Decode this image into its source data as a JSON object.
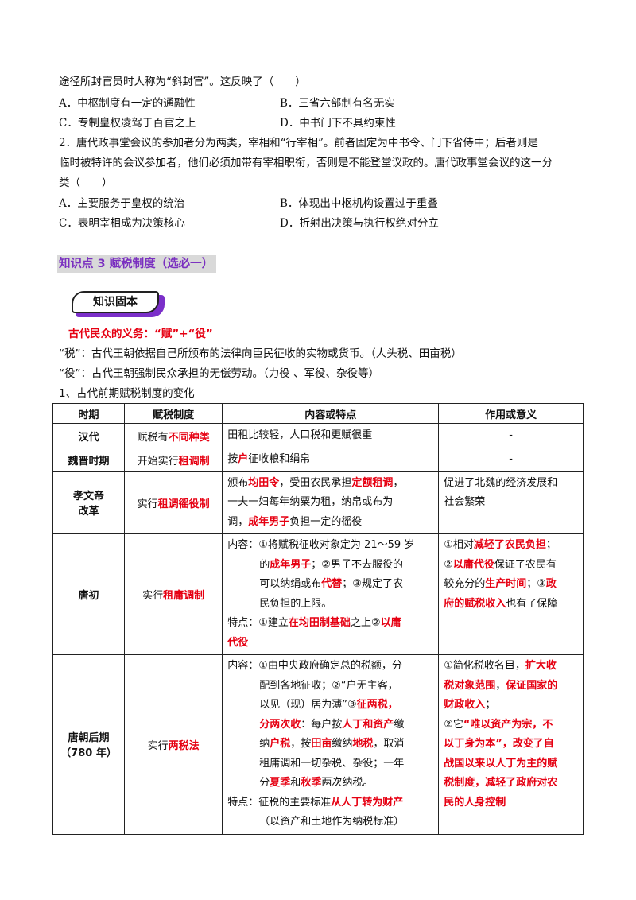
{
  "q1": {
    "stem": "途径所封官员时人称为“斜封官”。这反映了（　　）",
    "options": [
      "A．中枢制度有一定的通融性",
      "B．三省六部制有名无实",
      "C．专制皇权凌驾于百官之上",
      "D．中书门下不具约束性"
    ]
  },
  "q2": {
    "stem_lines": [
      "2．唐代政事堂会议的参加者分为两类，宰相和“行宰相”。前者固定为中书令、门下省侍中；后者则是",
      "临时被特许的会议参加者，他们必须加带有宰相职衔，否则是不能登堂议政的。唐代政事堂会议的这一分",
      "类（　　）"
    ],
    "options": [
      "A．主要服务于皇权的统治",
      "B．体现出中枢机构设置过于重叠",
      "C．表明宰相成为决策核心",
      "D．折射出决策与执行权绝对分立"
    ]
  },
  "section_title": "知识点 3  赋税制度（选必一）",
  "badge_label": "知识固本",
  "duty_heading": "古代民众的义务：“赋”+“役”",
  "shui_def": "“税”：古代王朝依据自己所颁布的法律向臣民征收的实物或货币。（人头税、田亩税）",
  "yi_def": "“役”：古代王朝强制民众承担的无偿劳动。（力役 、军役、杂役等）",
  "table_intro": "1、古代前期赋税制度的变化",
  "table": {
    "headers": [
      "时期",
      "赋税制度",
      "内容或特点",
      "作用或意义"
    ],
    "han": {
      "period": "汉代",
      "sys_pre": "赋税有",
      "sys_red": "不同种类",
      "content": "田租比较轻，人口税和更赋很重",
      "effect": "-"
    },
    "weijin": {
      "period": "魏晋时期",
      "sys_pre": "开始实行",
      "sys_red": "租调制",
      "c_a": "按",
      "c_b": "户",
      "c_c": "征收粮和绢帛",
      "effect": "-"
    },
    "xiaowen": {
      "period_1": "孝文帝",
      "period_2": "改革",
      "sys_pre": "实行",
      "sys_red": "租调徭役制",
      "c_l1_a": "颁布",
      "c_l1_b": "均田令",
      "c_l1_c": "，受田农民承担",
      "c_l1_d": "定额租调",
      "c_l1_e": "，",
      "c_l2": "一夫一妇每年纳粟为租，纳帛或布为",
      "c_l3_a": "调，",
      "c_l3_b": "成年男子",
      "c_l3_c": "负担一定的徭役",
      "e_l1": "促进了北魏的经济发展和",
      "e_l2": "社会繁荣"
    },
    "tangchu": {
      "period": "唐初",
      "sys_pre": "实行",
      "sys_red": "租庸调制",
      "c_l1": "内容：①将赋税征收对象定为 21～59 岁",
      "c_l2_a": "的",
      "c_l2_b": "成年男子",
      "c_l2_c": "；②男子不去服役的",
      "c_l3_a": "可以纳绢或布",
      "c_l3_b": "代替",
      "c_l3_c": "；③规定了农",
      "c_l4": "民负担的上限。",
      "c_l5_a": "特点：①建立",
      "c_l5_b": "在均田制基础",
      "c_l5_c": "之上②",
      "c_l5_d": "以庸",
      "c_l6": "代役",
      "e_l1_a": "①相对",
      "e_l1_b": "减轻了农民负担",
      "e_l1_c": "；",
      "e_l2_a": "②",
      "e_l2_b": "以庸代役",
      "e_l2_c": "保证了农民有",
      "e_l3_a": "较充分的",
      "e_l3_b": "生产时间",
      "e_l3_c": "；③",
      "e_l3_d": "政",
      "e_l4_a": "府的赋税收入",
      "e_l4_b": "也有了保障"
    },
    "tanghou": {
      "period_1": "唐朝后期",
      "period_2": "（780 年）",
      "sys_pre": "实行",
      "sys_red": "两税法",
      "c_l1": "内容：①由中央政府确定总的税额，分",
      "c_l2": "配到各地征收；②“户无主客，",
      "c_l3_a": "以见（现）居为薄”③",
      "c_l3_b": "征两税，",
      "c_l4_a": "分两次收",
      "c_l4_b": "：每户按",
      "c_l4_c": "人丁和资产",
      "c_l4_d": "缴",
      "c_l5_a": "纳",
      "c_l5_b": "户税",
      "c_l5_c": "，按",
      "c_l5_d": "田亩",
      "c_l5_e": "缴纳",
      "c_l5_f": "地税",
      "c_l5_g": "，取消",
      "c_l6": "租庸调和一切杂税、杂役；一年",
      "c_l7_a": "分",
      "c_l7_b": "夏季",
      "c_l7_c": "和",
      "c_l7_d": "秋季",
      "c_l7_e": "两次纳税。",
      "c_l8_a": "特点：征税的主要标准",
      "c_l8_b": "从人丁转为财产",
      "c_l9": "（以资产和土地作为纳税标准）",
      "e_l1_a": "①简化税收名目，",
      "e_l1_b": "扩大收",
      "e_l2_a": "税对象范围",
      "e_l2_b": "，",
      "e_l2_c": "保证国家的",
      "e_l3_a": "财政收入",
      "e_l3_b": "；",
      "e_l4_a": "②它",
      "e_l4_b": "“唯以资产为宗，不",
      "e_l5_a": "以丁身为本”",
      "e_l5_b": "，改变了自",
      "e_l6": "战国以来以人丁为主的赋",
      "e_l7_a": "税制度，",
      "e_l7_b": "减轻了政府对农",
      "e_l8": "民的人身控制"
    }
  }
}
